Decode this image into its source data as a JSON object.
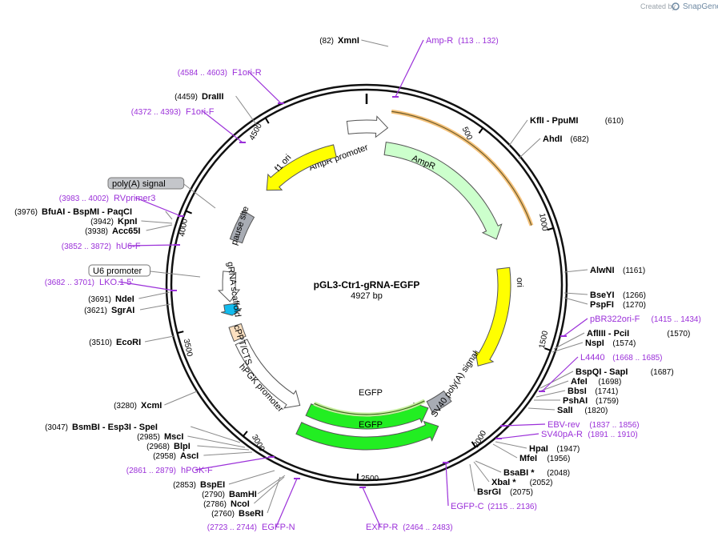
{
  "credit": {
    "prefix": "Created by",
    "brand": "SnapGene"
  },
  "title": "pGL3-Ctr1-gRNA-EGFP",
  "length_label": "4927 bp",
  "length_bp": 4927,
  "tick_labels": [
    {
      "label": "500",
      "bp": 500
    },
    {
      "label": "1000",
      "bp": 1000
    },
    {
      "label": "1500",
      "bp": 1500
    },
    {
      "label": "2000",
      "bp": 2000
    },
    {
      "label": "2500",
      "bp": 2500
    },
    {
      "label": "3000",
      "bp": 3000
    },
    {
      "label": "3500",
      "bp": 3500
    },
    {
      "label": "4000",
      "bp": 4000
    },
    {
      "label": "4500",
      "bp": 4500
    }
  ],
  "enzymes": [
    {
      "name": "XmnI",
      "pos": "(82)"
    },
    {
      "name": "KflI  - PpuMI",
      "pos": "(610)"
    },
    {
      "name": "AhdI",
      "pos": "(682)"
    },
    {
      "name": "AlwNI",
      "pos": "(1161)"
    },
    {
      "name": "BseYI",
      "pos": "(1266)"
    },
    {
      "name": "PspFI",
      "pos": "(1270)"
    },
    {
      "name": "AflIII  - PciI",
      "pos": "(1570)"
    },
    {
      "name": "NspI",
      "pos": "(1574)"
    },
    {
      "name": "BspQI  - SapI",
      "pos": "(1687)"
    },
    {
      "name": "AfeI",
      "pos": "(1698)"
    },
    {
      "name": "BbsI",
      "pos": "(1741)"
    },
    {
      "name": "PshAI",
      "pos": "(1759)"
    },
    {
      "name": "SalI",
      "pos": "(1820)"
    },
    {
      "name": "HpaI",
      "pos": "(1947)"
    },
    {
      "name": "MfeI",
      "pos": "(1956)"
    },
    {
      "name": "BsaBI *",
      "pos": "(2048)"
    },
    {
      "name": "XbaI *",
      "pos": "(2052)"
    },
    {
      "name": "BsrGI",
      "pos": "(2075)"
    },
    {
      "name": "BseRI",
      "pos": "(2760)"
    },
    {
      "name": "NcoI",
      "pos": "(2786)"
    },
    {
      "name": "BamHI",
      "pos": "(2790)"
    },
    {
      "name": "BspEI",
      "pos": "(2853)"
    },
    {
      "name": "AscI",
      "pos": "(2958)"
    },
    {
      "name": "BlpI",
      "pos": "(2968)"
    },
    {
      "name": "MscI",
      "pos": "(2985)"
    },
    {
      "name": "BsmBI  - Esp3I  - SpeI",
      "pos": "(3047)"
    },
    {
      "name": "XcmI",
      "pos": "(3280)"
    },
    {
      "name": "EcoRI",
      "pos": "(3510)"
    },
    {
      "name": "SgrAI",
      "pos": "(3621)"
    },
    {
      "name": "NdeI",
      "pos": "(3691)"
    },
    {
      "name": "Acc65I",
      "pos": "(3938)"
    },
    {
      "name": "KpnI",
      "pos": "(3942)"
    },
    {
      "name": "BfuAI  - BspMI  - PaqCI",
      "pos": "(3976)"
    },
    {
      "name": "DraIII",
      "pos": "(4459)"
    }
  ],
  "primers": [
    {
      "name": "Amp-R",
      "range": "(113 .. 132)"
    },
    {
      "name": "pBR322ori-F",
      "range": "(1415 .. 1434)"
    },
    {
      "name": "L4440",
      "range": "(1668 .. 1685)"
    },
    {
      "name": "EBV-rev",
      "range": "(1837 .. 1856)"
    },
    {
      "name": "SV40pA-R",
      "range": "(1891 .. 1910)"
    },
    {
      "name": "EGFP-C",
      "range": "(2115 .. 2136)"
    },
    {
      "name": "EXFP-R",
      "range": "(2464 .. 2483)"
    },
    {
      "name": "EGFP-N",
      "range": "(2723 .. 2744)"
    },
    {
      "name": "hPGK-F",
      "range": "(2861 .. 2879)"
    },
    {
      "name": "LKO.1 5'",
      "range": "(3682 .. 3701)"
    },
    {
      "name": "hU6-F",
      "range": "(3852 .. 3872)"
    },
    {
      "name": "RVprimer3",
      "range": "(3983 .. 4002)"
    },
    {
      "name": "F1ori-F",
      "range": "(4372 .. 4393)"
    },
    {
      "name": "F1ori-R",
      "range": "(4584 .. 4603)"
    }
  ],
  "boxed_labels": [
    {
      "name": "poly(A) signal"
    },
    {
      "name": "U6 promoter"
    }
  ],
  "features": [
    {
      "name": "AmpR promoter",
      "start": 4833,
      "end": 105,
      "dir": 1,
      "color": "#ffffff",
      "ring": 1
    },
    {
      "name": "AmpR",
      "start": 106,
      "end": 966,
      "dir": 1,
      "color": "#ccffcc",
      "ring": 0
    },
    {
      "name": "ori",
      "start": 1137,
      "end": 1725,
      "dir": 1,
      "color": "#ffff00",
      "ring": 0
    },
    {
      "name": "SV40 poly(A) signal",
      "start": 1970,
      "end": 2090,
      "dir": 0,
      "color": "#a8acb4",
      "ring": 0
    },
    {
      "name": "EGFP",
      "start": 2095,
      "end": 2810,
      "dir": -1,
      "color": "#22ee22",
      "ring": 1
    },
    {
      "name": "EGFP",
      "start": 2100,
      "end": 2805,
      "dir": -1,
      "color": "#22ee22",
      "ring": 0
    },
    {
      "name": "hPGK promoter",
      "start": 2860,
      "end": 3360,
      "dir": -1,
      "color": "#ffffff",
      "ring": 0
    },
    {
      "name": "cPPT/CTS",
      "start": 3380,
      "end": 3460,
      "dir": 0,
      "color": "#fce0c0",
      "ring": 0
    },
    {
      "name": "",
      "start": 3520,
      "end": 3585,
      "dir": -1,
      "color": "#11bbee",
      "ring": 0
    },
    {
      "name": "gRNA scaffold",
      "start": 3600,
      "end": 3770,
      "dir": -1,
      "color": "#ffffff",
      "ring": 0
    },
    {
      "name": "pause site",
      "start": 3950,
      "end": 4120,
      "dir": 0,
      "color": "#a8acb4",
      "ring": 0
    },
    {
      "name": "f1 ori",
      "start": 4290,
      "end": 4745,
      "dir": -1,
      "color": "#ffff00",
      "ring": 0
    }
  ]
}
